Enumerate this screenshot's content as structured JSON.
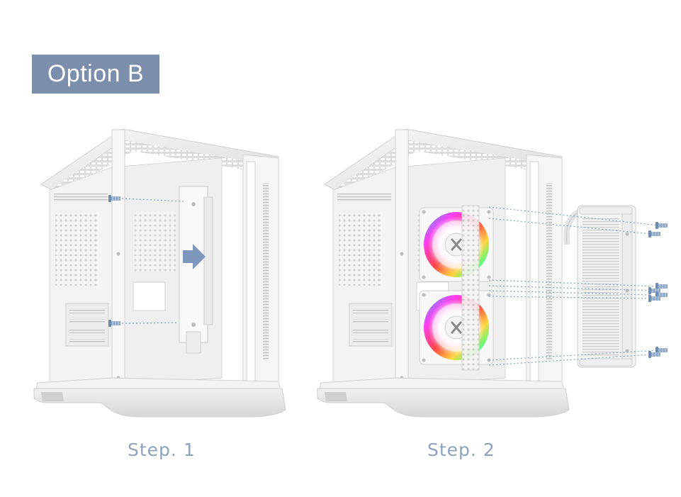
{
  "header": {
    "title": "Option B"
  },
  "steps": [
    {
      "label": "Step. 1"
    },
    {
      "label": "Step. 2"
    }
  ],
  "colors": {
    "banner_bg": "#7b8fad",
    "step_label": "#8fa2bd",
    "arrow": "#7e98bd",
    "screw": "#8fa8c9",
    "guide_line": "#8fa8c9"
  },
  "icons": {
    "arrow": "right-arrow-icon",
    "screw": "screw-icon",
    "fan": "rgb-fan-icon"
  }
}
